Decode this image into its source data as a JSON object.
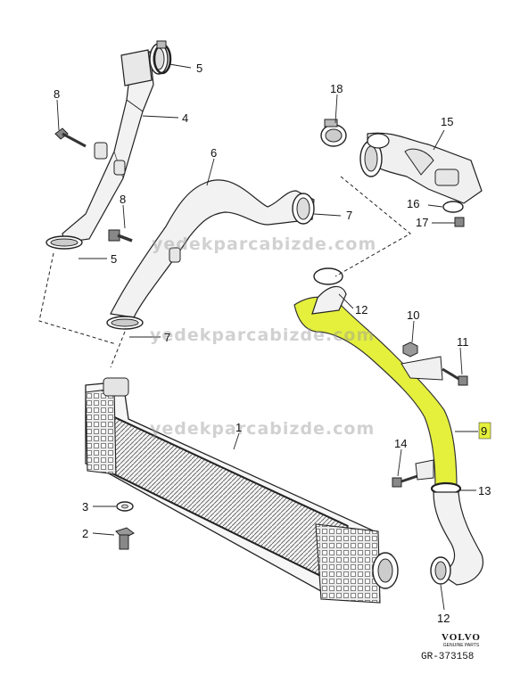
{
  "watermark": "yedekparcabizde.com",
  "callouts": [
    {
      "id": "c1",
      "label": "1"
    },
    {
      "id": "c2",
      "label": "2"
    },
    {
      "id": "c3",
      "label": "3"
    },
    {
      "id": "c4",
      "label": "4"
    },
    {
      "id": "c5a",
      "label": "5"
    },
    {
      "id": "c5b",
      "label": "5"
    },
    {
      "id": "c6",
      "label": "6"
    },
    {
      "id": "c7a",
      "label": "7"
    },
    {
      "id": "c7b",
      "label": "7"
    },
    {
      "id": "c8a",
      "label": "8"
    },
    {
      "id": "c8b",
      "label": "8"
    },
    {
      "id": "c9",
      "label": "9"
    },
    {
      "id": "c10",
      "label": "10"
    },
    {
      "id": "c11",
      "label": "11"
    },
    {
      "id": "c12a",
      "label": "12"
    },
    {
      "id": "c12b",
      "label": "12"
    },
    {
      "id": "c13",
      "label": "13"
    },
    {
      "id": "c14",
      "label": "14"
    },
    {
      "id": "c15",
      "label": "15"
    },
    {
      "id": "c16",
      "label": "16"
    },
    {
      "id": "c17",
      "label": "17"
    },
    {
      "id": "c18",
      "label": "18"
    }
  ],
  "highlight": {
    "part": "9",
    "color": "#e4f03c"
  },
  "brand": {
    "name": "VOLVO",
    "sub": "GENUINE PARTS"
  },
  "figure_ref": "GR-373158"
}
